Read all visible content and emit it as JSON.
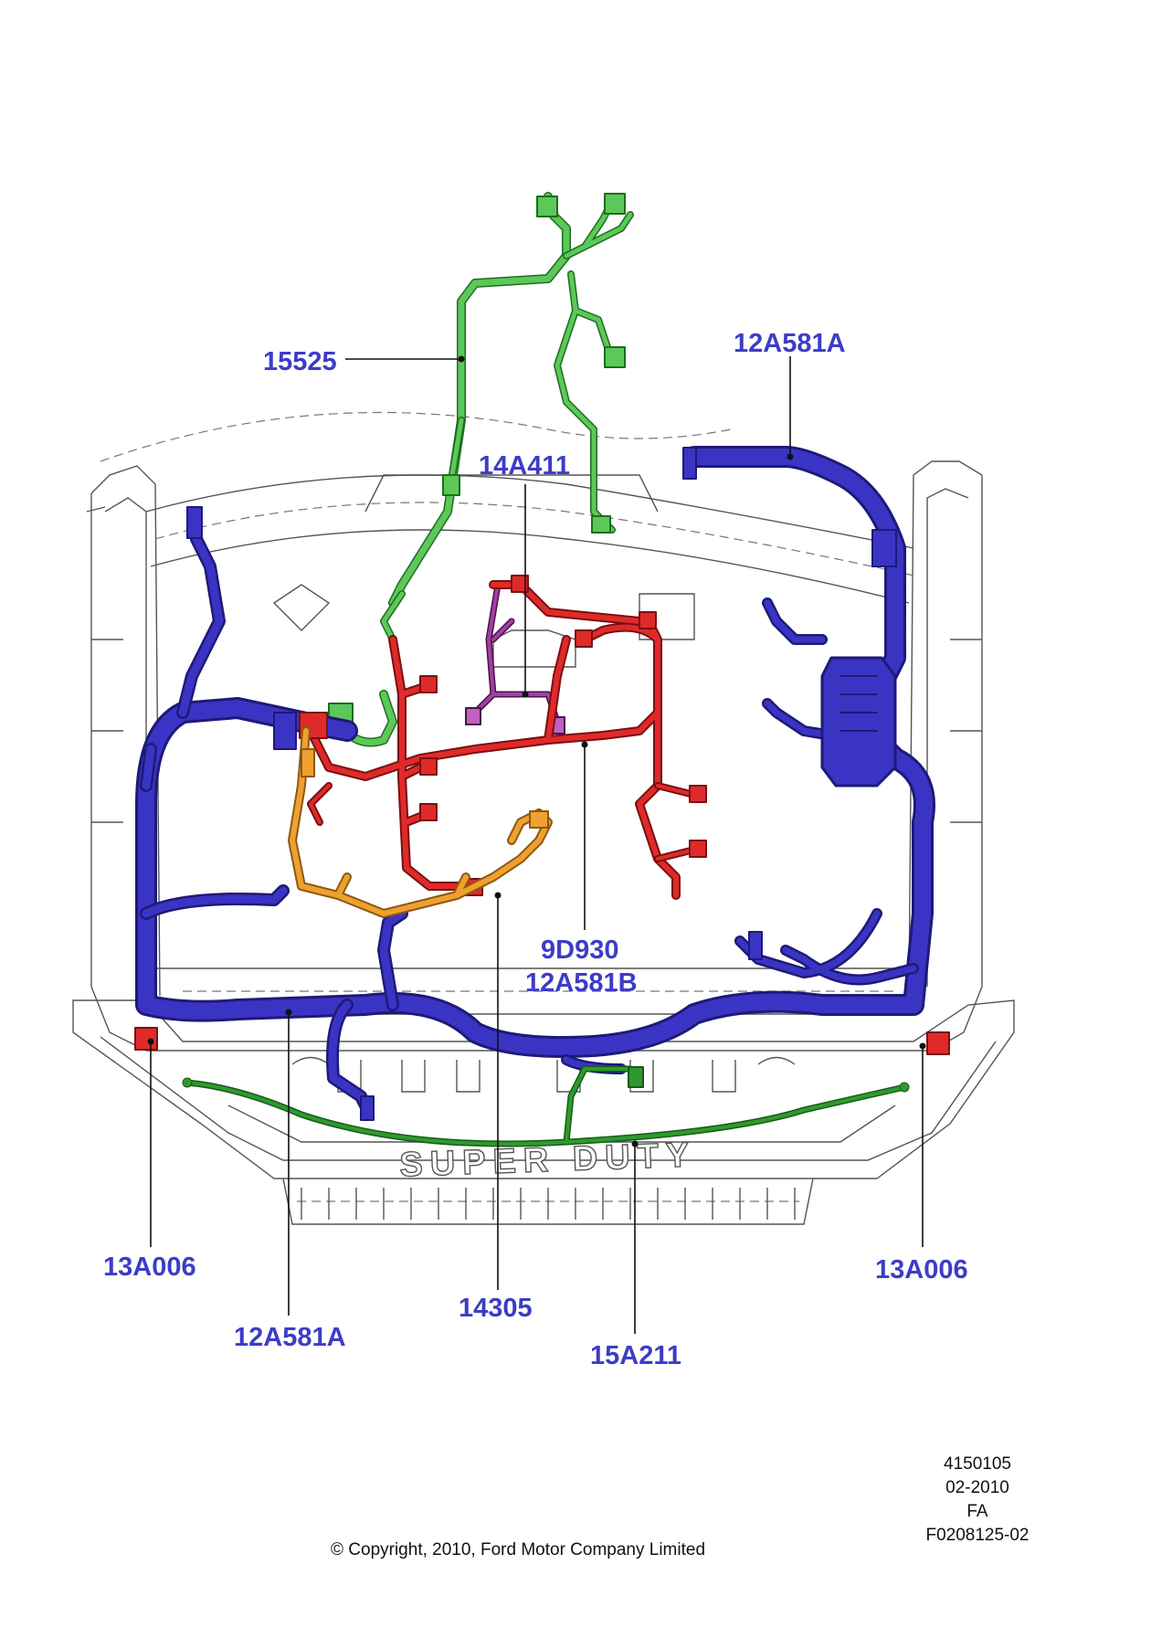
{
  "callouts": {
    "c15525": "15525",
    "c12A581A_top": "12A581A",
    "c14A411": "14A411",
    "c9D930": "9D930",
    "c12A581B": "12A581B",
    "c13A006_left": "13A006",
    "c13A006_right": "13A006",
    "c12A581A_bottom": "12A581A",
    "c14305": "14305",
    "c15A211": "15A211"
  },
  "emblem_text": "SUPER DUTY",
  "meta": {
    "line1": "4150105",
    "line2": "02-2010",
    "line3": "FA",
    "line4": "F0208125-02"
  },
  "copyright": "© Copyright, 2010, Ford Motor Company Limited",
  "colors": {
    "callout_text": "#3c3cc8",
    "harness_blue": "#3a34c4",
    "harness_green": "#5cc85a",
    "harness_red": "#e02a2a",
    "harness_orange": "#f0a030",
    "harness_purple": "#8a2a8a",
    "harness_dark_green": "#2a8a2a"
  }
}
